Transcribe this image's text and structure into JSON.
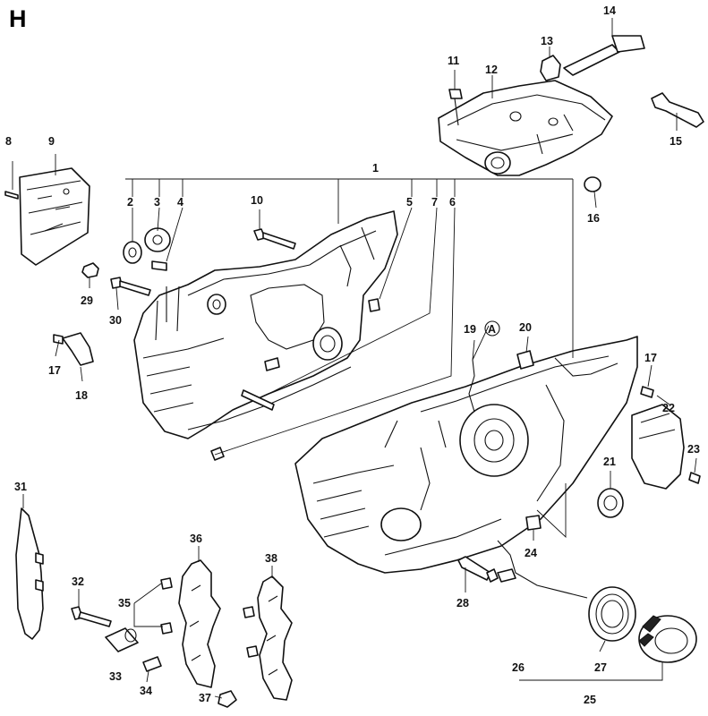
{
  "diagram": {
    "section_letter": "H",
    "callout_marker": "A",
    "part_numbers": {
      "p1": "1",
      "p2": "2",
      "p3": "3",
      "p4": "4",
      "p5": "5",
      "p6": "6",
      "p7": "7",
      "p8": "8",
      "p9": "9",
      "p10": "10",
      "p11": "11",
      "p12": "12",
      "p13": "13",
      "p14": "14",
      "p15": "15",
      "p16": "16",
      "p17a": "17",
      "p17b": "17",
      "p18": "18",
      "p19": "19",
      "p20": "20",
      "p21": "21",
      "p22": "22",
      "p23": "23",
      "p24": "24",
      "p25": "25",
      "p26": "26",
      "p27": "27",
      "p28": "28",
      "p29": "29",
      "p30": "30",
      "p31": "31",
      "p32": "32",
      "p33": "33",
      "p34": "34",
      "p35": "35",
      "p36": "36",
      "p37": "37",
      "p38": "38"
    }
  }
}
